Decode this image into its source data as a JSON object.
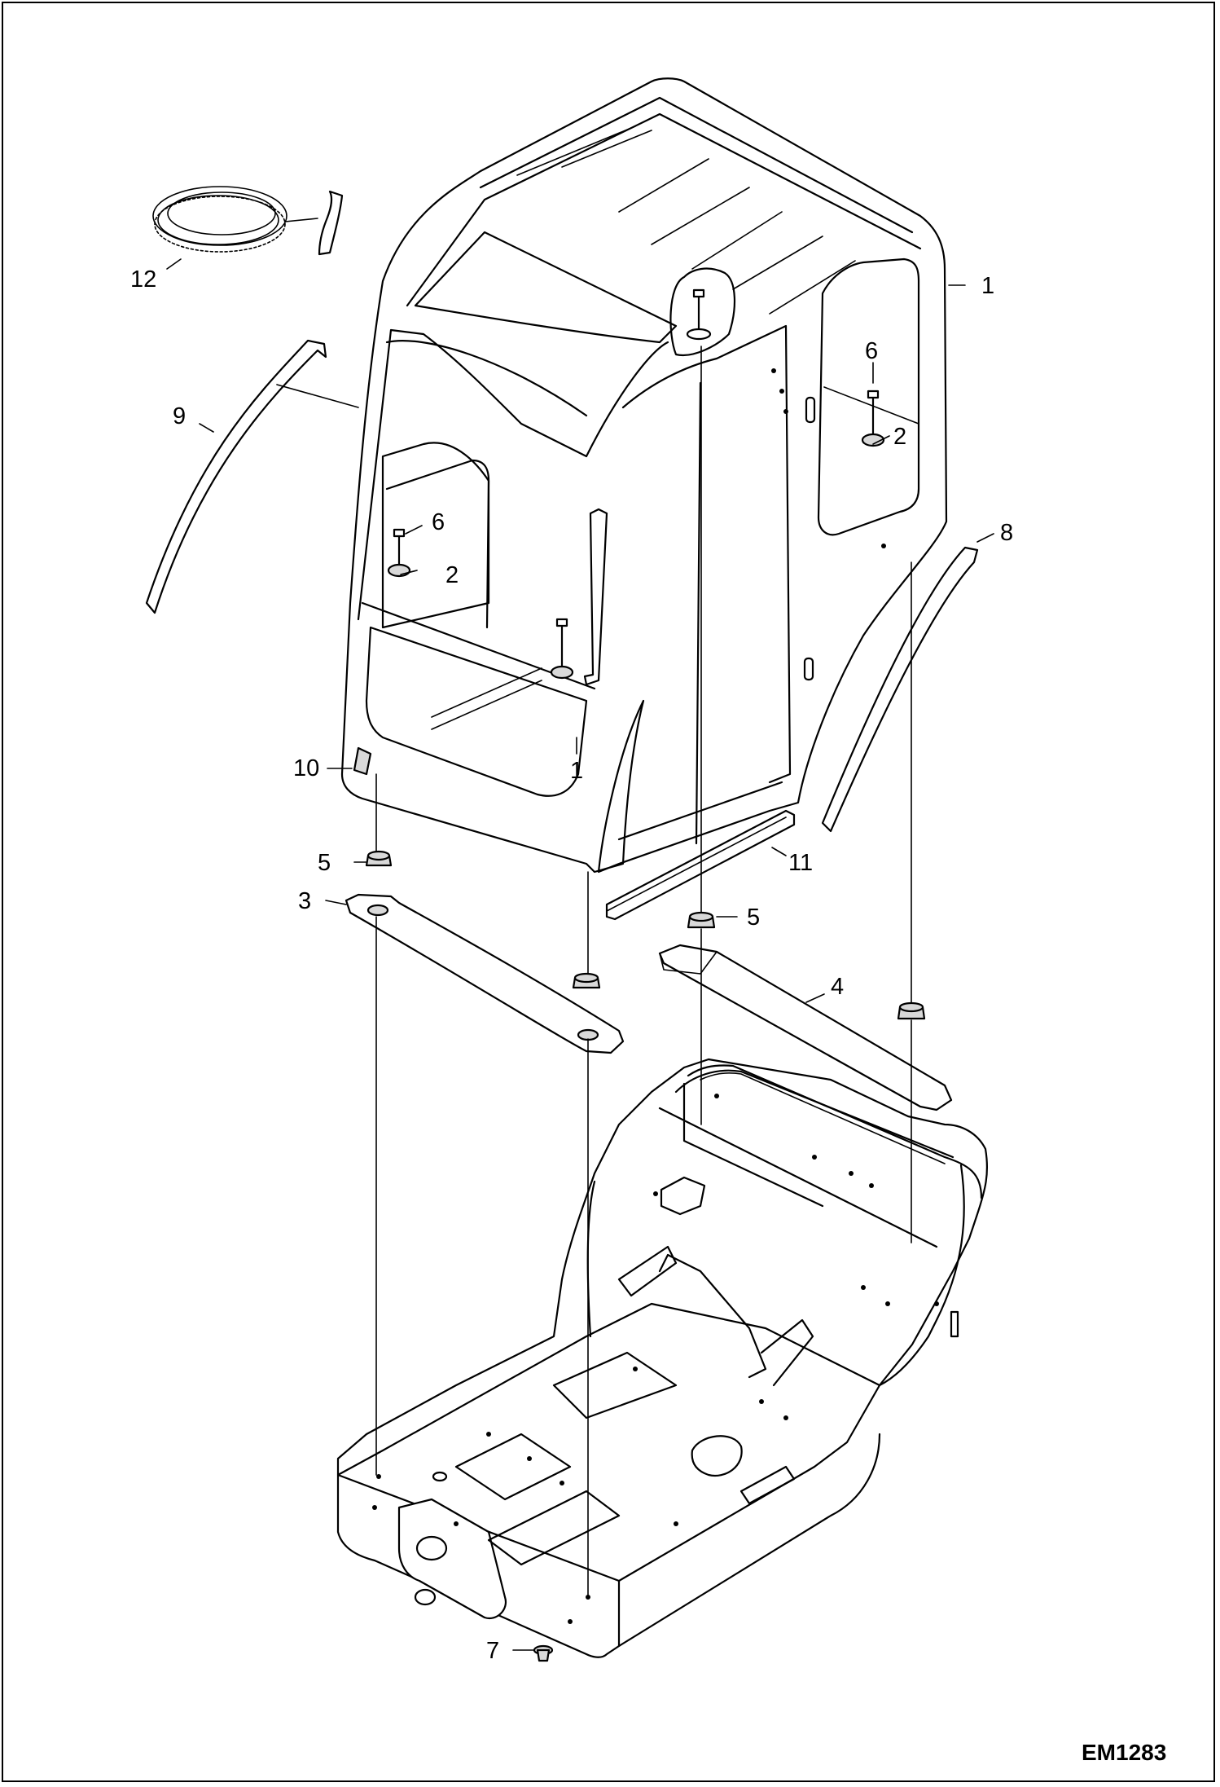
{
  "diagram": {
    "drawing_code": "EM1283",
    "callouts": [
      {
        "id": "c1a",
        "label": "1"
      },
      {
        "id": "c1b",
        "label": "1"
      },
      {
        "id": "c2a",
        "label": "2"
      },
      {
        "id": "c2b",
        "label": "2"
      },
      {
        "id": "c3",
        "label": "3"
      },
      {
        "id": "c4",
        "label": "4"
      },
      {
        "id": "c5a",
        "label": "5"
      },
      {
        "id": "c5b",
        "label": "5"
      },
      {
        "id": "c6a",
        "label": "6"
      },
      {
        "id": "c6b",
        "label": "6"
      },
      {
        "id": "c7",
        "label": "7"
      },
      {
        "id": "c8",
        "label": "8"
      },
      {
        "id": "c9",
        "label": "9"
      },
      {
        "id": "c10",
        "label": "10"
      },
      {
        "id": "c11",
        "label": "11"
      },
      {
        "id": "c12",
        "label": "12"
      }
    ]
  }
}
